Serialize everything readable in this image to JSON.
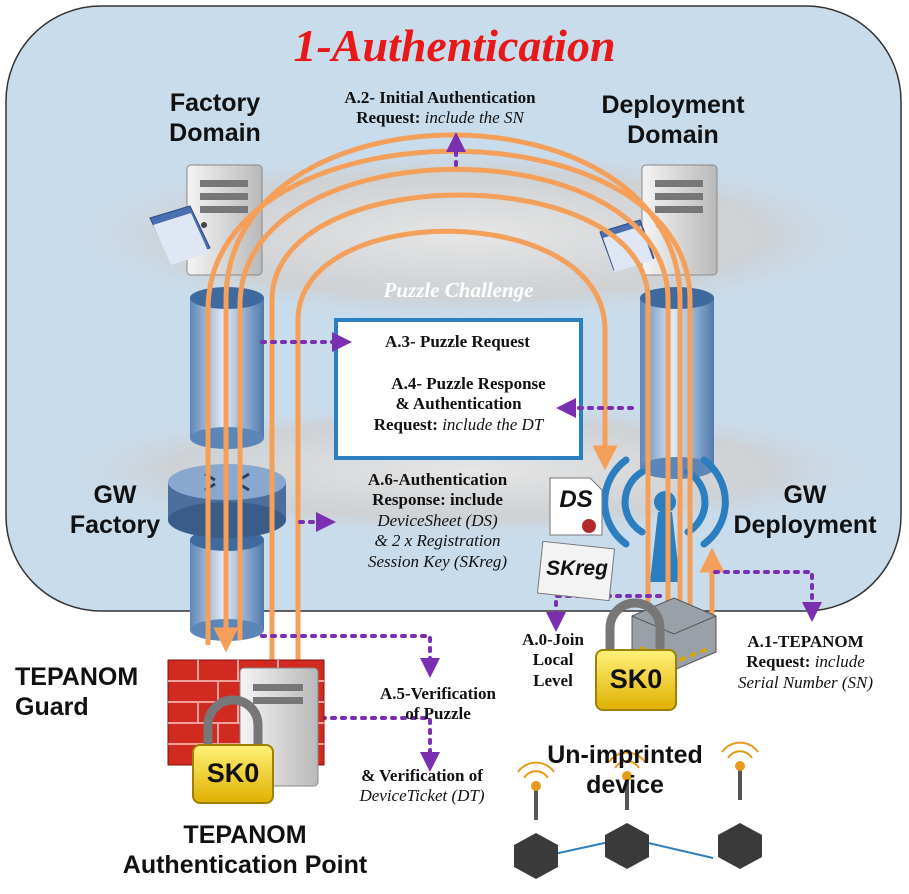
{
  "title": "1-Authentication",
  "domains": {
    "factory": [
      "Factory",
      "Domain"
    ],
    "deployment": [
      "Deployment",
      "Domain"
    ]
  },
  "gateways": {
    "factory": [
      "GW",
      "Factory"
    ],
    "deployment": [
      "GW",
      "Deployment"
    ]
  },
  "puzzle_challenge": "Puzzle Challenge",
  "steps": {
    "a0": [
      "A.0-Join",
      "Local",
      "Level"
    ],
    "a1": {
      "l1": "A.1-TEPANOM",
      "l2a": "Request: ",
      "l2b": "include",
      "l3": "Serial Number (SN)"
    },
    "a2": {
      "l1": "A.2- Initial Authentication",
      "l2a": "Request: ",
      "l2b": "include the SN"
    },
    "a3": "A.3- Puzzle Request",
    "a4": {
      "l1": "A.4- Puzzle Response",
      "l2": "& Authentication",
      "l3a": "Request: ",
      "l3b": "include the DT"
    },
    "a5": {
      "l1": "A.5-Verification",
      "l2": "of Puzzle",
      "l3": "& Verification of",
      "l4": "DeviceTicket (DT)"
    },
    "a6": {
      "l1": "A.6-Authentication",
      "l2": "Response: include",
      "l3": "DeviceSheet (DS)",
      "l4": "& 2 x Registration",
      "l5": "Session Key (SKreg)"
    }
  },
  "tepanom_guard": [
    "TEPANOM",
    "Guard"
  ],
  "tepanom_ap": [
    "TEPANOM",
    "Authentication Point"
  ],
  "unimprinted": [
    "Un-imprinted",
    "device"
  ],
  "keys": {
    "lock_label": "SK0",
    "ds": "DS",
    "skreg": "SKreg"
  },
  "colors": {
    "title": "#e81818",
    "arrows": "#f5a05a",
    "dotted": "#7a2fb0",
    "box_border": "#2a7fc0",
    "panel": "#c9dcec",
    "firewall": "#d12a20"
  }
}
